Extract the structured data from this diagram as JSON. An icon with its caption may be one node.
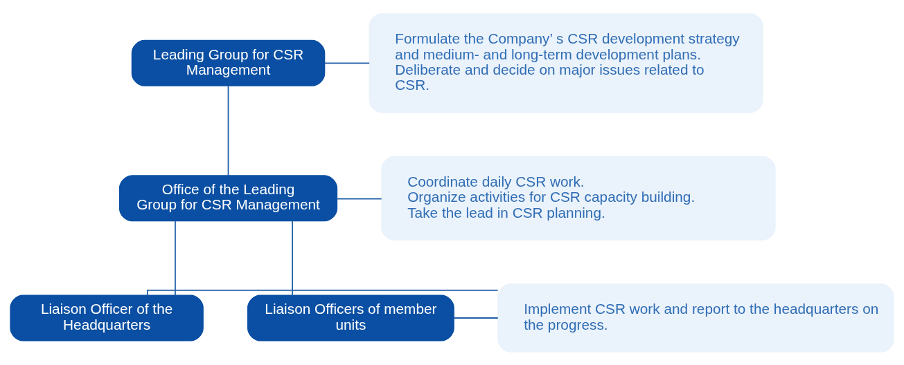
{
  "diagram": {
    "nodes": [
      {
        "text": [
          "Leading Group for CSR Management"
        ]
      },
      {
        "text": [
          "Office of the Leading Group for CSR Management"
        ]
      },
      {
        "text": [
          "Liaison Officer of the Headquarters"
        ]
      },
      {
        "text": [
          "Liaison Officers of member units"
        ]
      },
      {
        "text": [
          "Formulate the Company’ s CSR development strategy and medium- and long-term development plans.",
          "Deliberate and decide on major issues related to CSR."
        ]
      },
      {
        "text": [
          "Coordinate daily CSR work.",
          "Organize activities for CSR capacity building.",
          "Take the lead in CSR planning."
        ]
      },
      {
        "text": [
          "Implement CSR work and report to the headquarters on the progress."
        ]
      }
    ],
    "edges": [
      {
        "from": 0,
        "to": 4,
        "arrow": "none"
      },
      {
        "from": 0,
        "to": 1,
        "arrow": "none"
      },
      {
        "from": 1,
        "to": 5,
        "arrow": "none"
      },
      {
        "from": 1,
        "to": 2,
        "arrow": "none"
      },
      {
        "from": 1,
        "to": 3,
        "arrow": "none"
      },
      {
        "from": 3,
        "to": 6,
        "arrow": "none"
      },
      {
        "from": 2,
        "to": 6,
        "arrow": "none"
      }
    ]
  }
}
